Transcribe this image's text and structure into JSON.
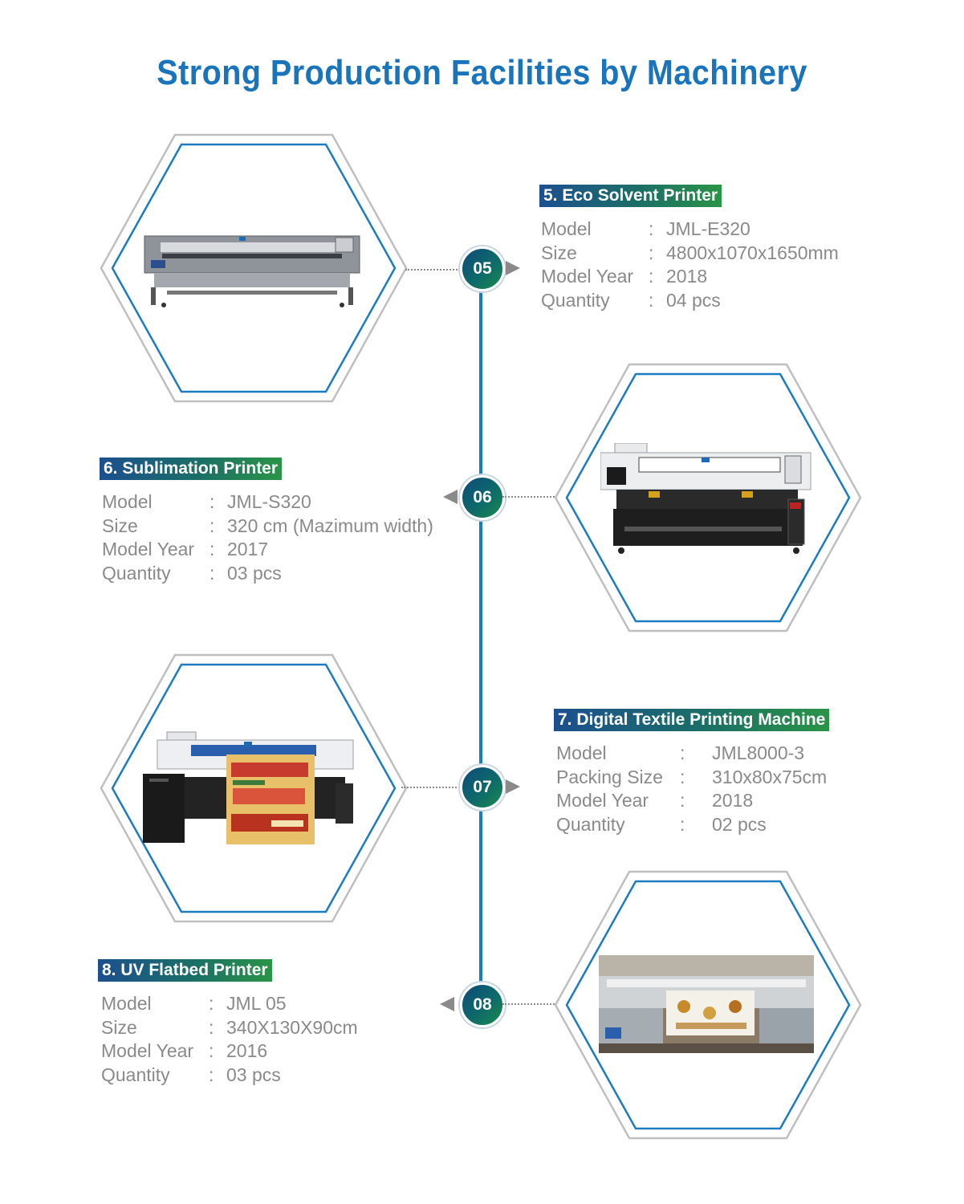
{
  "page": {
    "title": "Strong Production Facilities  by Machinery"
  },
  "colors": {
    "title_blue": "#1a74bc",
    "hex_outer": "#bfbfbf",
    "hex_inner": "#1b7cbf",
    "timeline": "#1b7cbf",
    "text_gray": "#8a8a8a",
    "badge_gradient": [
      "#1c4f8f",
      "#1b6f66",
      "#2a9446"
    ]
  },
  "machines": [
    {
      "number": "05",
      "title": "5. Eco Solvent Printer",
      "image": "eco-solvent-printer-photo",
      "specs": [
        {
          "label": "Model",
          "value": "JML-E320"
        },
        {
          "label": "Size",
          "value": "4800x1070x1650mm"
        },
        {
          "label": "Model Year",
          "value": "2018"
        },
        {
          "label": "Quantity",
          "value": "04 pcs"
        }
      ]
    },
    {
      "number": "06",
      "title": "6. Sublimation Printer",
      "image": "sublimation-printer-photo",
      "specs": [
        {
          "label": "Model",
          "value": "JML-S320"
        },
        {
          "label": "Size",
          "value": "320 cm (Mazimum width)"
        },
        {
          "label": "Model Year",
          "value": "2017"
        },
        {
          "label": "Quantity",
          "value": "03 pcs"
        }
      ]
    },
    {
      "number": "07",
      "title": "7. Digital Textile Printing Machine",
      "image": "digital-textile-printing-machine-photo",
      "specs": [
        {
          "label": "Model",
          "value": "JML8000-3"
        },
        {
          "label": "Packing Size",
          "value": "310x80x75cm"
        },
        {
          "label": "Model Year",
          "value": "2018"
        },
        {
          "label": "Quantity",
          "value": "02 pcs"
        }
      ]
    },
    {
      "number": "08",
      "title": "8. UV Flatbed Printer",
      "image": "uv-flatbed-printer-photo",
      "specs": [
        {
          "label": "Model",
          "value": "JML 05"
        },
        {
          "label": "Size",
          "value": "340X130X90cm"
        },
        {
          "label": "Model Year",
          "value": "2016"
        },
        {
          "label": "Quantity",
          "value": "03 pcs"
        }
      ]
    }
  ],
  "separator": ":"
}
